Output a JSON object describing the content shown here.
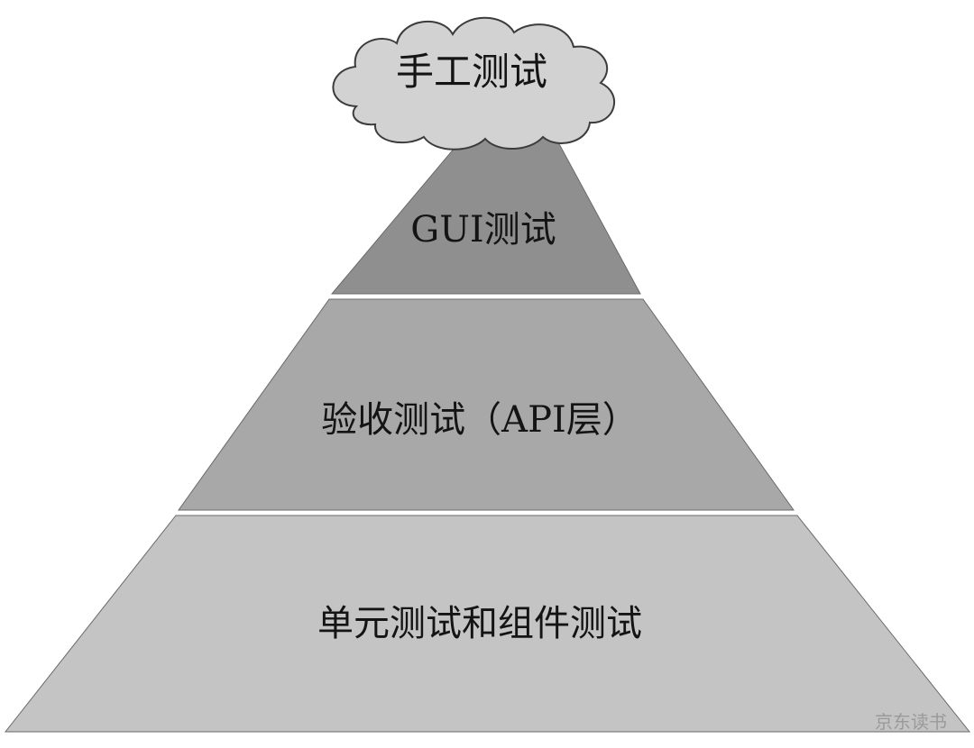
{
  "pyramid": {
    "tiers": [
      {
        "label": "GUI测试",
        "color": "#8f8f8f"
      },
      {
        "label": "验收测试（API层）",
        "color": "#a8a8a8"
      },
      {
        "label": "单元测试和组件测试",
        "color": "#c4c4c4"
      }
    ],
    "cloud": {
      "label": "手工测试",
      "color": "#d2d2d2"
    }
  },
  "watermark": "京东读书",
  "colors": {
    "background": "#ffffff",
    "outline": "#4a4a4a",
    "text": "#141414"
  }
}
